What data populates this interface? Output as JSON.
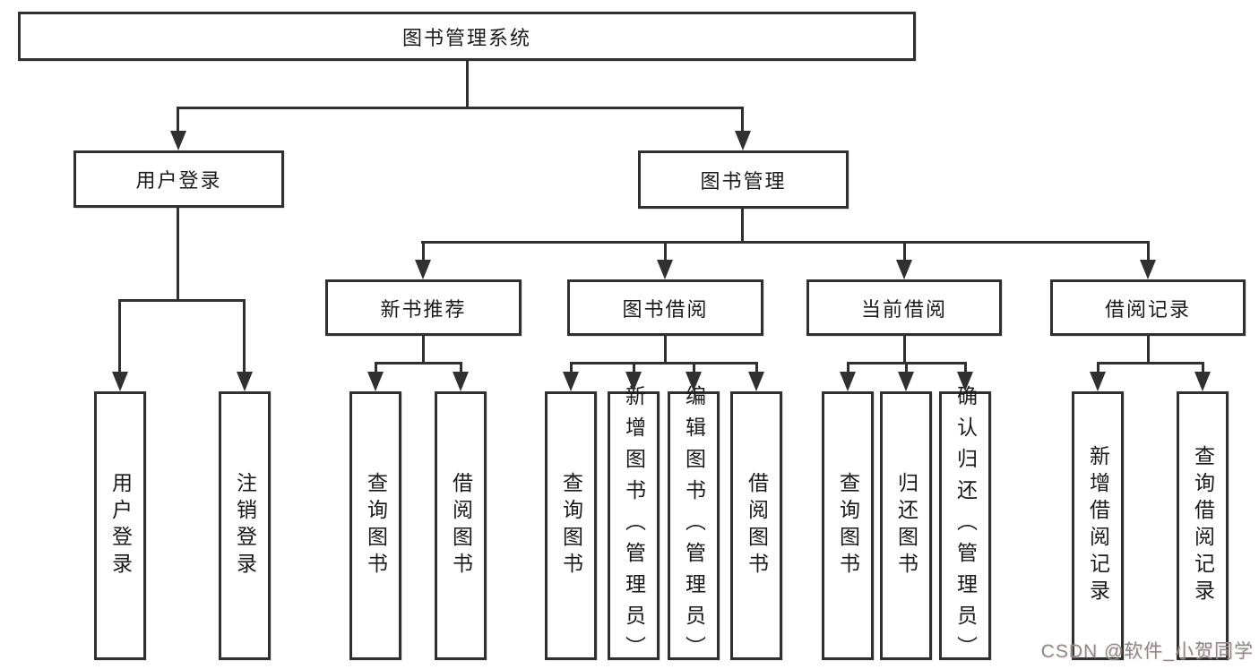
{
  "diagram": {
    "root": {
      "label": "图书管理系统"
    },
    "level2": [
      {
        "label": "用户登录"
      },
      {
        "label": "图书管理"
      }
    ],
    "level3": [
      {
        "label": "新书推荐"
      },
      {
        "label": "图书借阅"
      },
      {
        "label": "当前借阅"
      },
      {
        "label": "借阅记录"
      }
    ],
    "leaves": [
      {
        "group": "用户登录",
        "label": "用户登录"
      },
      {
        "group": "用户登录",
        "label": "注销登录"
      },
      {
        "group": "新书推荐",
        "label": "查询图书"
      },
      {
        "group": "新书推荐",
        "label": "借阅图书"
      },
      {
        "group": "图书借阅",
        "label": "查询图书"
      },
      {
        "group": "图书借阅",
        "label": "新增图书（管理员）"
      },
      {
        "group": "图书借阅",
        "label": "编辑图书（管理员）"
      },
      {
        "group": "图书借阅",
        "label": "借阅图书"
      },
      {
        "group": "当前借阅",
        "label": "查询图书"
      },
      {
        "group": "当前借阅",
        "label": "归还图书"
      },
      {
        "group": "当前借阅",
        "label": "确认归还（管理员）"
      },
      {
        "group": "借阅记录",
        "label": "新增借阅记录"
      },
      {
        "group": "借阅记录",
        "label": "查询借阅记录"
      }
    ],
    "watermark": "CSDN @软件_小贺同学",
    "colors": {
      "line": "#303030",
      "text": "#1a1a1a",
      "background": "#ffffff",
      "watermark": "#8d8a8a"
    }
  }
}
